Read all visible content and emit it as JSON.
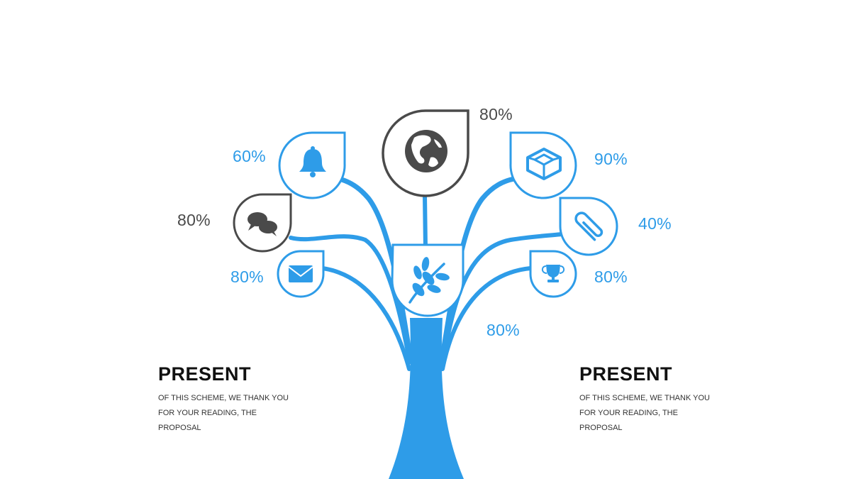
{
  "colors": {
    "blue": "#2E9CE8",
    "gray": "#4A4A4A",
    "text_dark": "#111111",
    "text_body": "#333333"
  },
  "labels": {
    "globe": "80%",
    "bell": "60%",
    "chat": "80%",
    "mail": "80%",
    "cube": "90%",
    "clip": "40%",
    "trophy": "80%",
    "leaf": "80%"
  },
  "icons": {
    "center": "leaf-icon",
    "globe": "globe-icon",
    "bell": "bell-icon",
    "chat": "chat-bubbles-icon",
    "mail": "envelope-icon",
    "cube": "cube-icon",
    "clip": "paperclip-icon",
    "trophy": "trophy-icon"
  },
  "left_block": {
    "title": "PRESENT",
    "body_lines": [
      "OF THIS SCHEME, WE THANK YOU",
      "FOR YOUR READING, THE",
      "PROPOSAL"
    ]
  },
  "right_block": {
    "title": "PRESENT",
    "body_lines": [
      "OF THIS SCHEME, WE THANK YOU",
      "FOR YOUR READING, THE",
      "PROPOSAL"
    ]
  }
}
